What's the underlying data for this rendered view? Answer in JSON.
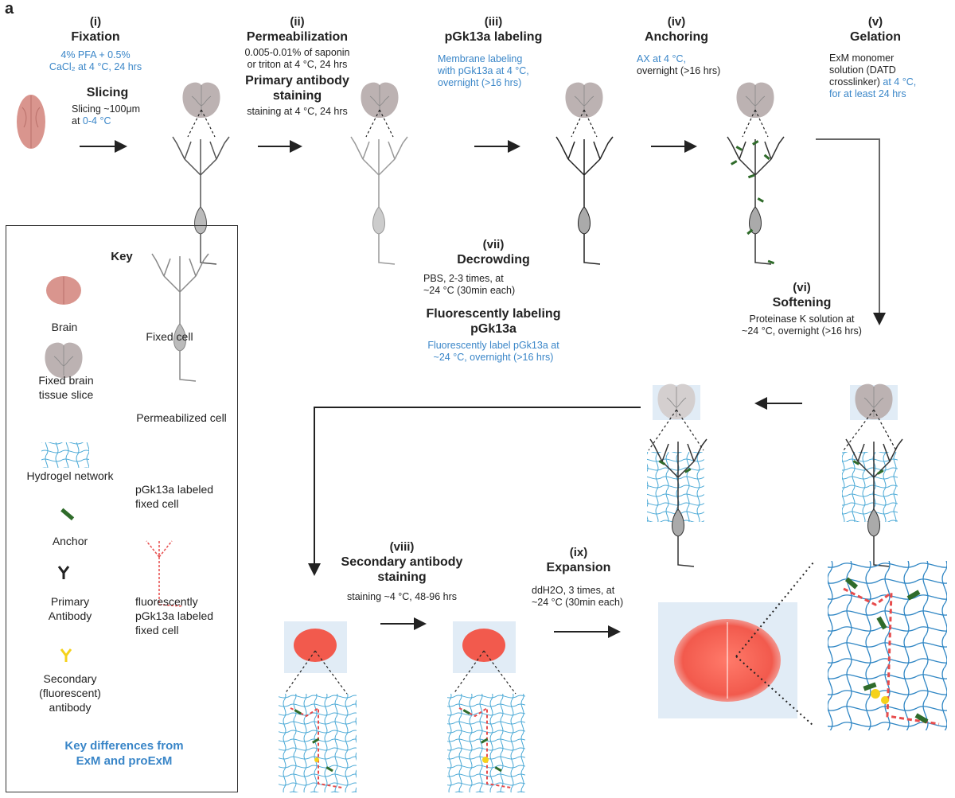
{
  "panel_letter": "a",
  "steps": {
    "s1": {
      "num": "(i)",
      "title": "Fixation",
      "detail": "4% PFA + 0.5%",
      "detail2": "CaCl₂ at 4 °C, 24 hrs",
      "title2": "Slicing",
      "detail3": "Slicing ~100μm",
      "detail4a": "at ",
      "detail4b": "0-4 °C"
    },
    "s2": {
      "num": "(ii)",
      "title": "Permeabilization",
      "detail": "0.005-0.01% of saponin",
      "detail2": "or triton at 4 °C, 24 hrs",
      "title2": "Primary antibody",
      "title3": "staining",
      "detail3": "staining at 4 °C, 24 hrs"
    },
    "s3": {
      "num": "(iii)",
      "title": "pGk13a labeling",
      "detail": "Membrane labeling",
      "detail2": "with pGk13a at 4 °C,",
      "detail3": "overnight (>16 hrs)"
    },
    "s4": {
      "num": "(iv)",
      "title": "Anchoring",
      "detail": "AX at 4 °C,",
      "detail2": "overnight (>16 hrs)"
    },
    "s5": {
      "num": "(v)",
      "title": "Gelation",
      "detail": "ExM monomer",
      "detail2": "solution (DATD",
      "detail3a": "crosslinker) ",
      "detail3b": "at 4 °C,",
      "detail4": "for at least 24 hrs"
    },
    "s6": {
      "num": "(vi)",
      "title": "Softening",
      "detail": "Proteinase K solution at",
      "detail2": "~24 °C, overnight (>16 hrs)"
    },
    "s7": {
      "num": "(vii)",
      "title": "Decrowding",
      "detail": "PBS, 2-3 times, at",
      "detail2": "~24 °C (30min each)",
      "title2": "Fluorescently labeling",
      "title3": "pGk13a",
      "detail3": "Fluorescently label pGk13a at",
      "detail4": "~24 °C, overnight (>16 hrs)"
    },
    "s8": {
      "num": "(viii)",
      "title": "Secondary antibody",
      "title2": "staining",
      "detail": "staining ~4 °C, 48-96 hrs"
    },
    "s9": {
      "num": "(ix)",
      "title": "Expansion",
      "detail": "ddH2O, 3 times, at",
      "detail2": "~24 °C (30min each)"
    }
  },
  "key": {
    "title": "Key",
    "brain": "Brain",
    "fixed_cell": "Fixed cell",
    "slice1": "Fixed brain",
    "slice2": "tissue slice",
    "perm_cell": "Permeabilized cell",
    "hydrogel": "Hydrogel network",
    "pgk1": "pGk13a labeled",
    "pgk2": "fixed cell",
    "anchor": "Anchor",
    "primary1": "Primary",
    "primary2": "Antibody",
    "fluor1": "fluorescently",
    "fluor2": "pGk13a labeled",
    "fluor3": "fixed cell",
    "secondary1": "Secondary",
    "secondary2": "(fluorescent)",
    "secondary3": "antibody",
    "diff1": "Key differences from",
    "diff2": "ExM and proExM"
  },
  "colors": {
    "accent_blue": "#3a86c8",
    "brain": "#d9958e",
    "slice": "#bcb2b2",
    "anchor": "#2f6b2a",
    "hydrogel": "#5ab7dc",
    "fluor_red": "#e74c4c",
    "secondary_yellow": "#f5d21b"
  }
}
